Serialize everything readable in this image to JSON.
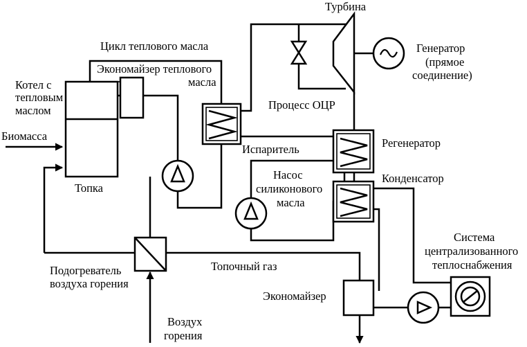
{
  "labels": {
    "turbine": "Турбина",
    "oil_cycle": "Цикл теплового масла",
    "economizer_oil_1": "Экономайзер теплового",
    "economizer_oil_2": "масла",
    "boiler_1": "Котел с",
    "boiler_2": "тепловым",
    "boiler_3": "маслом",
    "biomass": "Биомасса",
    "furnace": "Топка",
    "generator_1": "Генератор",
    "generator_2": "(прямое",
    "generator_3": "соединение)",
    "orc_process": "Процесс ОЦР",
    "evaporator": "Испаритель",
    "regenerator": "Регенератор",
    "silicone_pump_1": "Насос",
    "silicone_pump_2": "силиконового",
    "silicone_pump_3": "масла",
    "condenser": "Конденсатор",
    "district_1": "Система",
    "district_2": "централизованного",
    "district_3": "теплоснабжения",
    "air_preheater_1": "Подогреватель",
    "air_preheater_2": "воздуха горения",
    "flue_gas": "Топочный газ",
    "economizer": "Экономайзер",
    "air_1": "Воздух",
    "air_2": "горения"
  }
}
